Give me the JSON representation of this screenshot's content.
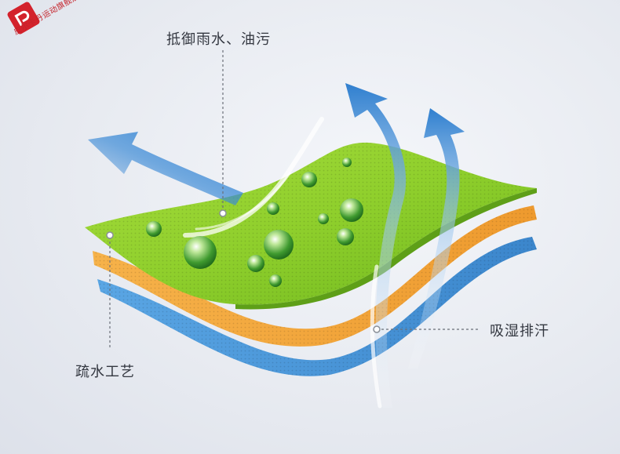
{
  "brand": {
    "logo_text": "皮尔卡丹运动旗舰店",
    "color": "#d3222c"
  },
  "callouts": {
    "waterproof": "抵御雨水、油污",
    "wicking": "吸湿排汗",
    "hydrophobic": "疏水工艺"
  },
  "colors": {
    "green_layer": "#8ccd2a",
    "orange_layer": "#f2a43a",
    "blue_layer": "#4a98d8",
    "arrow": "#2f7fcf",
    "droplet": "#2f8a2a"
  }
}
